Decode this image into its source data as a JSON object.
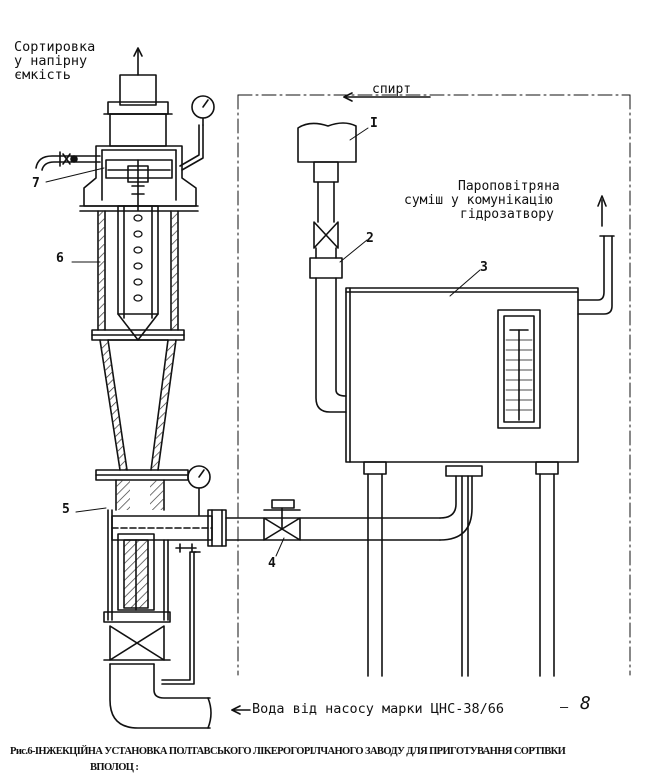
{
  "labels": {
    "sort_line1": "Сортировка",
    "sort_line2": "у напірну",
    "sort_line3": "ємкість",
    "spirt": "спирт",
    "steam_line1": "Пароповітряна",
    "steam_line2": "суміш у комунікацію",
    "steam_line3": "гідрозатвору",
    "water": "Вода від насосу марки ЦНС-38/66",
    "water_num": "8"
  },
  "numbers": {
    "n1": "I",
    "n2": "2",
    "n3": "3",
    "n4": "4",
    "n5": "5",
    "n6": "6",
    "n7": "7"
  },
  "caption": {
    "line1": "Рис.6-ІНЖЕКЦІЙНА УСТАНОВКА ПОЛТАВСЬКОГО ЛІКЕРОГОРІЛЧАНОГО ЗАВОДУ ДЛЯ ПРИГОТУВАННЯ СОРТІВКИ",
    "line2": "ВПОЛОЦ :"
  },
  "colors": {
    "ink": "#111111",
    "hatch": "#333333",
    "paper": "#ffffff"
  }
}
